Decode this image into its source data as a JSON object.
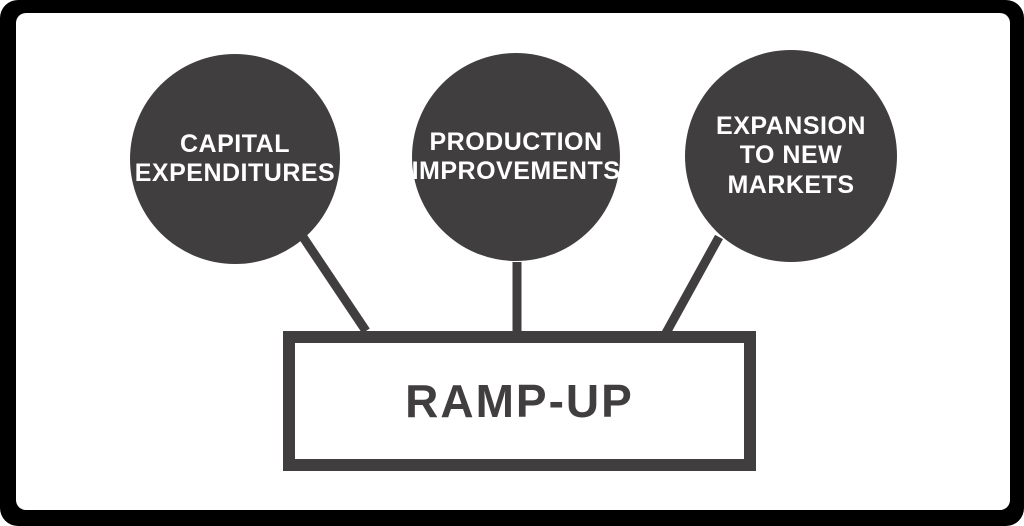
{
  "frame": {
    "background_color": "#000000",
    "card_color": "#ffffff"
  },
  "diagram": {
    "colors": {
      "node_fill": "#403e3f",
      "node_text": "#ffffff",
      "connector": "#403e3f",
      "box_border": "#403e3f",
      "box_text": "#403e3f"
    },
    "nodes": [
      {
        "id": "capital-expenditures",
        "label": "CAPITAL\nEXPENDITURES"
      },
      {
        "id": "production-improvements",
        "label": "PRODUCTION\nIMPROVEMENTS"
      },
      {
        "id": "expansion-to-new-markets",
        "label": "EXPANSION\nTO NEW\nMARKETS"
      }
    ],
    "root": {
      "label": "RAMP-UP"
    }
  }
}
